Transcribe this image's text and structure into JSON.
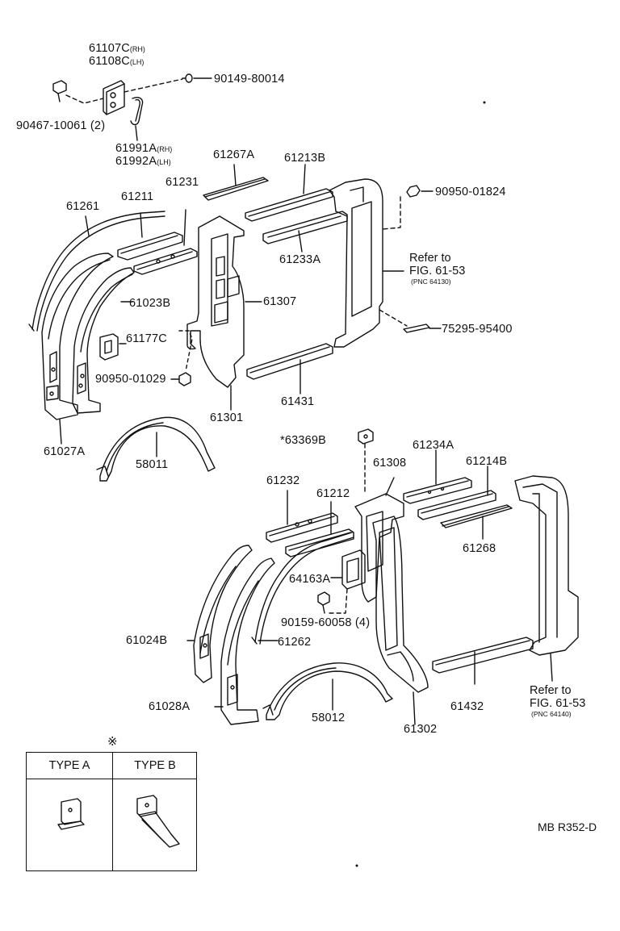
{
  "labels": {
    "p61107c": {
      "num": "61107C",
      "sfx": "(RH)"
    },
    "p61108c": {
      "num": "61108C",
      "sfx": "(LH)"
    },
    "p90149": "90149-80014",
    "p90467": "90467-10061 (2)",
    "p61991a": {
      "num": "61991A",
      "sfx": "(RH)"
    },
    "p61992a": {
      "num": "61992A",
      "sfx": "(LH)"
    },
    "p61267a": "61267A",
    "p61213b": "61213B",
    "p90950_01824": "90950-01824",
    "p61261": "61261",
    "p61211": "61211",
    "p61231": "61231",
    "p61233a": "61233A",
    "p61023b": "61023B",
    "p61307": "61307",
    "p61177c": "61177C",
    "p75295": "75295-95400",
    "p90950_01029": "90950-01029",
    "p61431": "61431",
    "p61301": "61301",
    "p61027a": "61027A",
    "p58011": "58011",
    "p63369b": "*63369B",
    "p61234a": "61234A",
    "p61308": "61308",
    "p61214b": "61214B",
    "p61232": "61232",
    "p61212": "61212",
    "p61268": "61268",
    "p64163a": "64163A",
    "p90159": "90159-60058 (4)",
    "p61024b": "61024B",
    "p61262": "61262",
    "p61028a": "61028A",
    "p58012": "58012",
    "p61302": "61302",
    "p61432": "61432"
  },
  "refer_notes": [
    {
      "line1": "Refer to",
      "line2": "FIG. 61-53",
      "pnc": "(PNC 64130)"
    },
    {
      "line1": "Refer to",
      "line2": "FIG. 61-53",
      "pnc": "(PNC 64140)"
    }
  ],
  "legend": {
    "mark": "※",
    "type_a": "TYPE A",
    "type_b": "TYPE B"
  },
  "drawing_code": "MB R352-D"
}
